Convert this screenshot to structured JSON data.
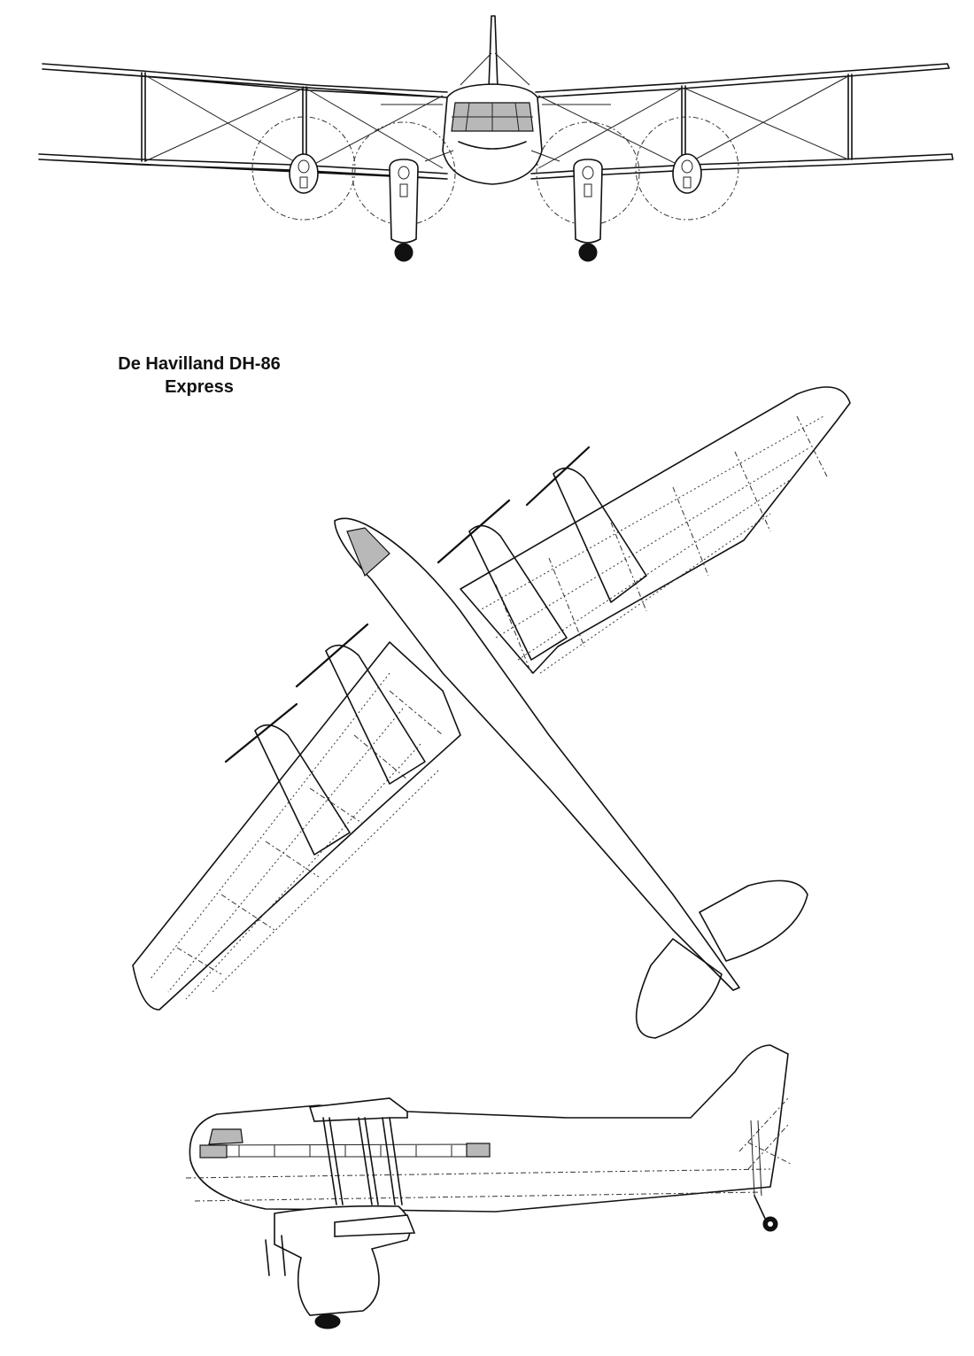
{
  "title": {
    "line1": "De Havilland DH-86",
    "line2": "Express"
  },
  "views": [
    "front-view",
    "top-view",
    "side-view"
  ]
}
